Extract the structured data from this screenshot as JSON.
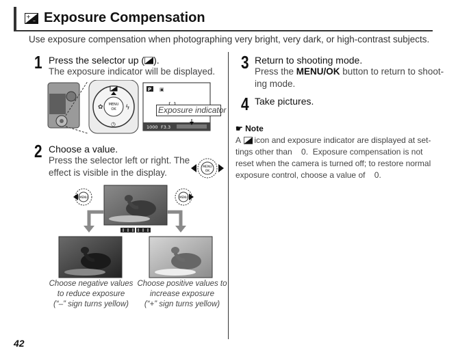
{
  "header": {
    "title": "Exposure Compensation",
    "icon": "exposure-compensation-icon"
  },
  "intro": "Use exposure compensation when photographing very bright, very dark, or high-contrast subjects.",
  "steps": [
    {
      "number": "1",
      "heading": "Press the selector up (",
      "heading_suffix": ").",
      "body": "The exposure indicator will be displayed."
    },
    {
      "number": "2",
      "heading": "Choose a value.",
      "body_lines": [
        "Press the selector left or right.  The",
        "effect is visible in the display."
      ]
    },
    {
      "number": "3",
      "heading": "Return to shooting mode.",
      "body_prefix": "Press the ",
      "body_button": "MENU/OK",
      "body_lines": [
        "button to return to shoot-",
        "ing mode."
      ]
    },
    {
      "number": "4",
      "heading": "Take pictures."
    }
  ],
  "diagram": {
    "callout": "Exposure indicator",
    "lcd_mode": "P",
    "lcd_shutter": "1000",
    "lcd_aperture": "F3.3",
    "selector_center": "MENU\nOK"
  },
  "captions": {
    "negative": [
      "Choose negative values",
      "to reduce exposure",
      "(“–” sign turns yellow)"
    ],
    "positive": [
      "Choose positive values to",
      "increase exposure",
      "(“+” sign turns yellow)"
    ]
  },
  "note": {
    "title": "Note",
    "lines": [
      "A      icon and exposure indicator are displayed at set-",
      "tings other than    0.  Exposure compensation is not",
      "reset when the camera is turned off; to restore normal",
      "exposure control, choose a value of    0."
    ]
  },
  "page_number": "42",
  "colors": {
    "text": "#222222",
    "rule": "#333333",
    "callout_border": "#333333"
  }
}
